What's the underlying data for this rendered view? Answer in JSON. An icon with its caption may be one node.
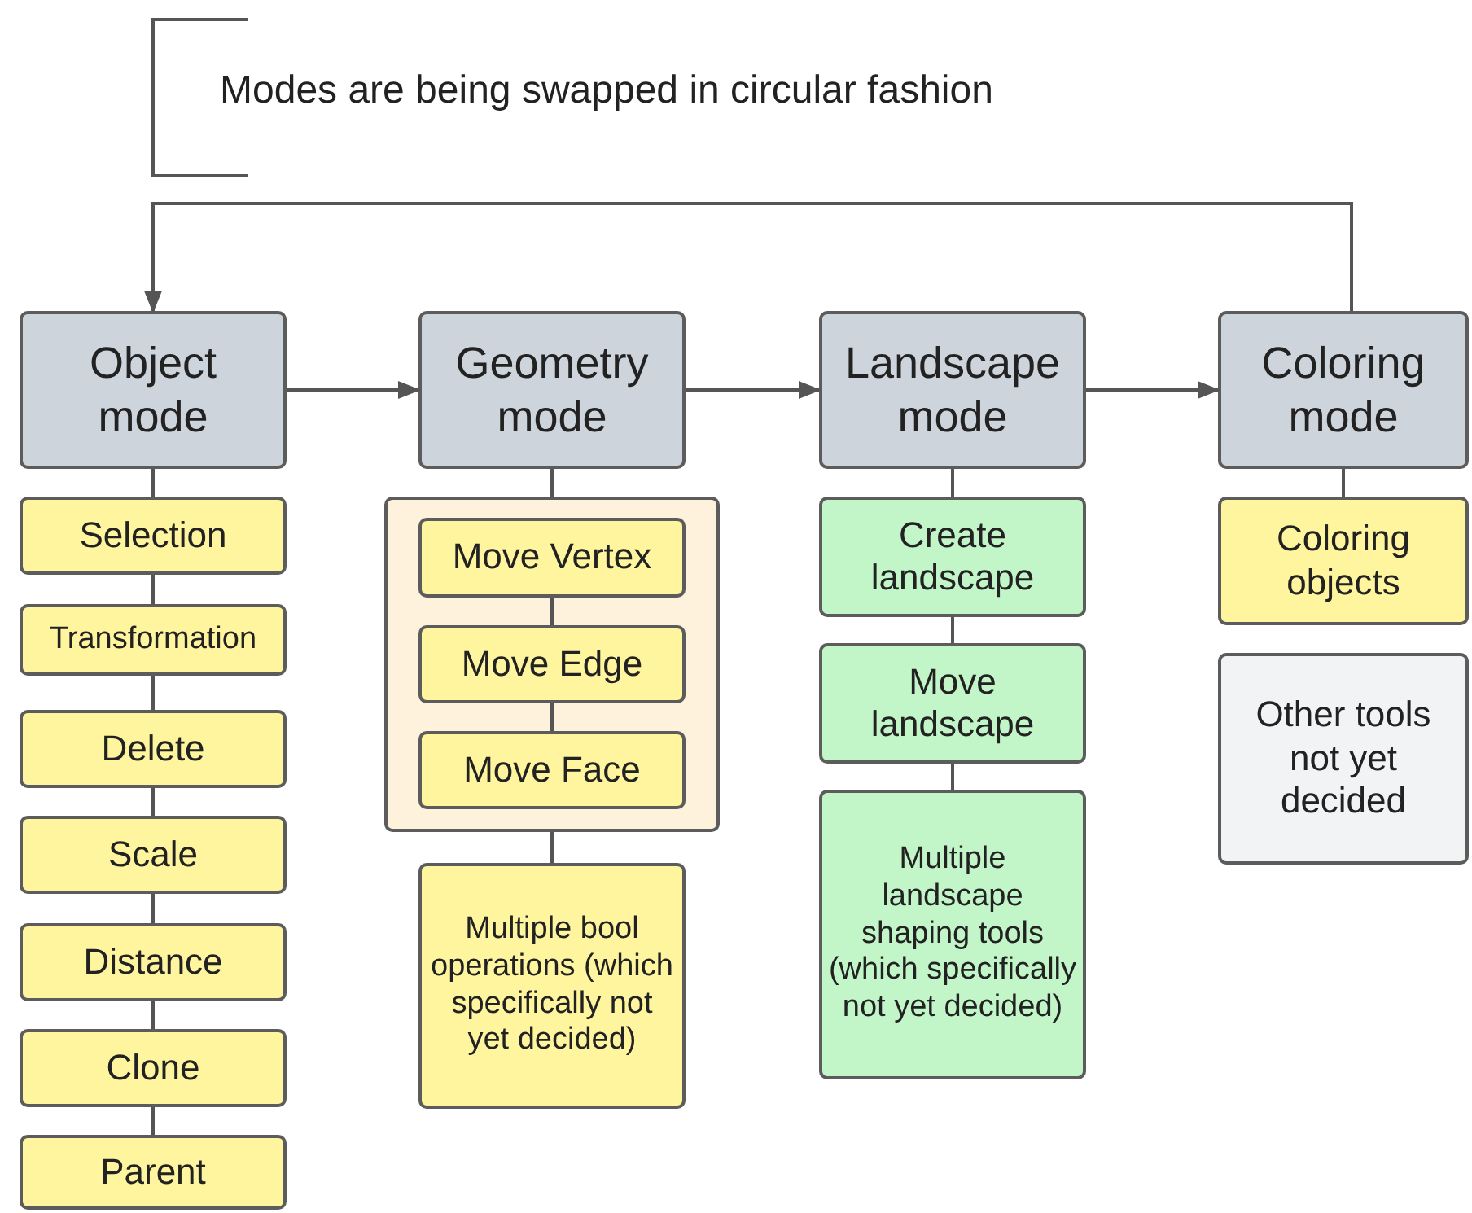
{
  "diagram": {
    "nodes": [
      {
        "text": [
          "Object mode"
        ]
      },
      {
        "text": [
          "Geometry mode"
        ]
      },
      {
        "text": [
          "Landscape mode"
        ]
      },
      {
        "text": [
          "Coloring mode"
        ]
      },
      {
        "text": [
          "Selection"
        ]
      },
      {
        "text": [
          "Transformation"
        ]
      },
      {
        "text": [
          "Delete"
        ]
      },
      {
        "text": [
          "Scale"
        ]
      },
      {
        "text": [
          "Distance"
        ]
      },
      {
        "text": [
          "Clone"
        ]
      },
      {
        "text": [
          "Parent"
        ]
      },
      {
        "text": [],
        "shape": "box"
      },
      {
        "text": [
          "Move Vertex"
        ],
        "in": 11
      },
      {
        "text": [
          "Move Edge"
        ],
        "in": 11
      },
      {
        "text": [
          "Move Face"
        ],
        "in": 11
      },
      {
        "text": [
          "Multiple bool operations (which specifically not yet decided)"
        ]
      },
      {
        "text": [
          "Create landscape"
        ]
      },
      {
        "text": [
          "Move landscape"
        ]
      },
      {
        "text": [
          "Multiple landscape shaping tools (which specifically not yet decided)"
        ]
      },
      {
        "text": [
          "Coloring objects"
        ]
      },
      {
        "text": [
          "Other tools not yet decided"
        ]
      }
    ],
    "edges": [
      {
        "from": 3,
        "to": 0,
        "arrow": "to"
      },
      {
        "from": 0,
        "to": 1,
        "arrow": "to"
      },
      {
        "from": 1,
        "to": 2,
        "arrow": "to"
      },
      {
        "from": 2,
        "to": 3,
        "arrow": "to"
      },
      {
        "from": 0,
        "to": 4,
        "arrow": "none"
      },
      {
        "from": 4,
        "to": 5,
        "arrow": "none"
      },
      {
        "from": 5,
        "to": 6,
        "arrow": "none"
      },
      {
        "from": 6,
        "to": 7,
        "arrow": "none"
      },
      {
        "from": 7,
        "to": 8,
        "arrow": "none"
      },
      {
        "from": 8,
        "to": 9,
        "arrow": "none"
      },
      {
        "from": 9,
        "to": 10,
        "arrow": "none"
      },
      {
        "from": 1,
        "to": 11,
        "arrow": "none"
      },
      {
        "from": 12,
        "to": 13,
        "arrow": "none"
      },
      {
        "from": 13,
        "to": 14,
        "arrow": "none"
      },
      {
        "from": 11,
        "to": 15,
        "arrow": "none"
      },
      {
        "from": 2,
        "to": 16,
        "arrow": "none"
      },
      {
        "from": 16,
        "to": 17,
        "arrow": "none"
      },
      {
        "from": 17,
        "to": 18,
        "arrow": "none"
      },
      {
        "from": 3,
        "to": 19,
        "arrow": "none"
      }
    ],
    "labels": [
      "Modes are being swapped in circular fashion"
    ]
  }
}
